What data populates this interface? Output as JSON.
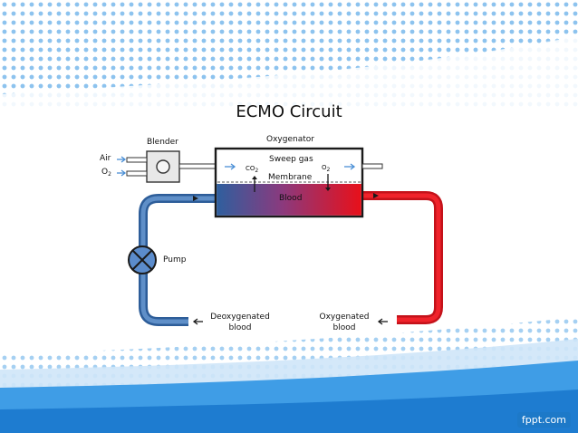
{
  "slide": {
    "title": "ECMO Circuit",
    "brand": "fppt.com"
  },
  "diagram": {
    "blender_label": "Blender",
    "oxygenator_label": "Oxygenator",
    "air_label": "Air",
    "o2_label": "O",
    "o2_subscript": "2",
    "sweep_gas_label": "Sweep gas",
    "co2_label": "CO",
    "co2_subscript": "2",
    "o2_membrane_label": "O",
    "o2_membrane_subscript": "2",
    "membrane_label": "Membrane",
    "blood_label": "Blood",
    "pump_label": "Pump",
    "deoxygenated_line1": "Deoxygenated",
    "deoxygenated_line2": "blood",
    "oxygenated_line1": "Oxygenated",
    "oxygenated_line2": "blood"
  },
  "colors": {
    "background_wave": "#1e88d8",
    "deoxygenated_tube": "#3d6fae",
    "oxygenated_tube": "#e0141c",
    "blood_gradient_start": "#2f5f9e",
    "blood_gradient_end": "#e8101a"
  }
}
